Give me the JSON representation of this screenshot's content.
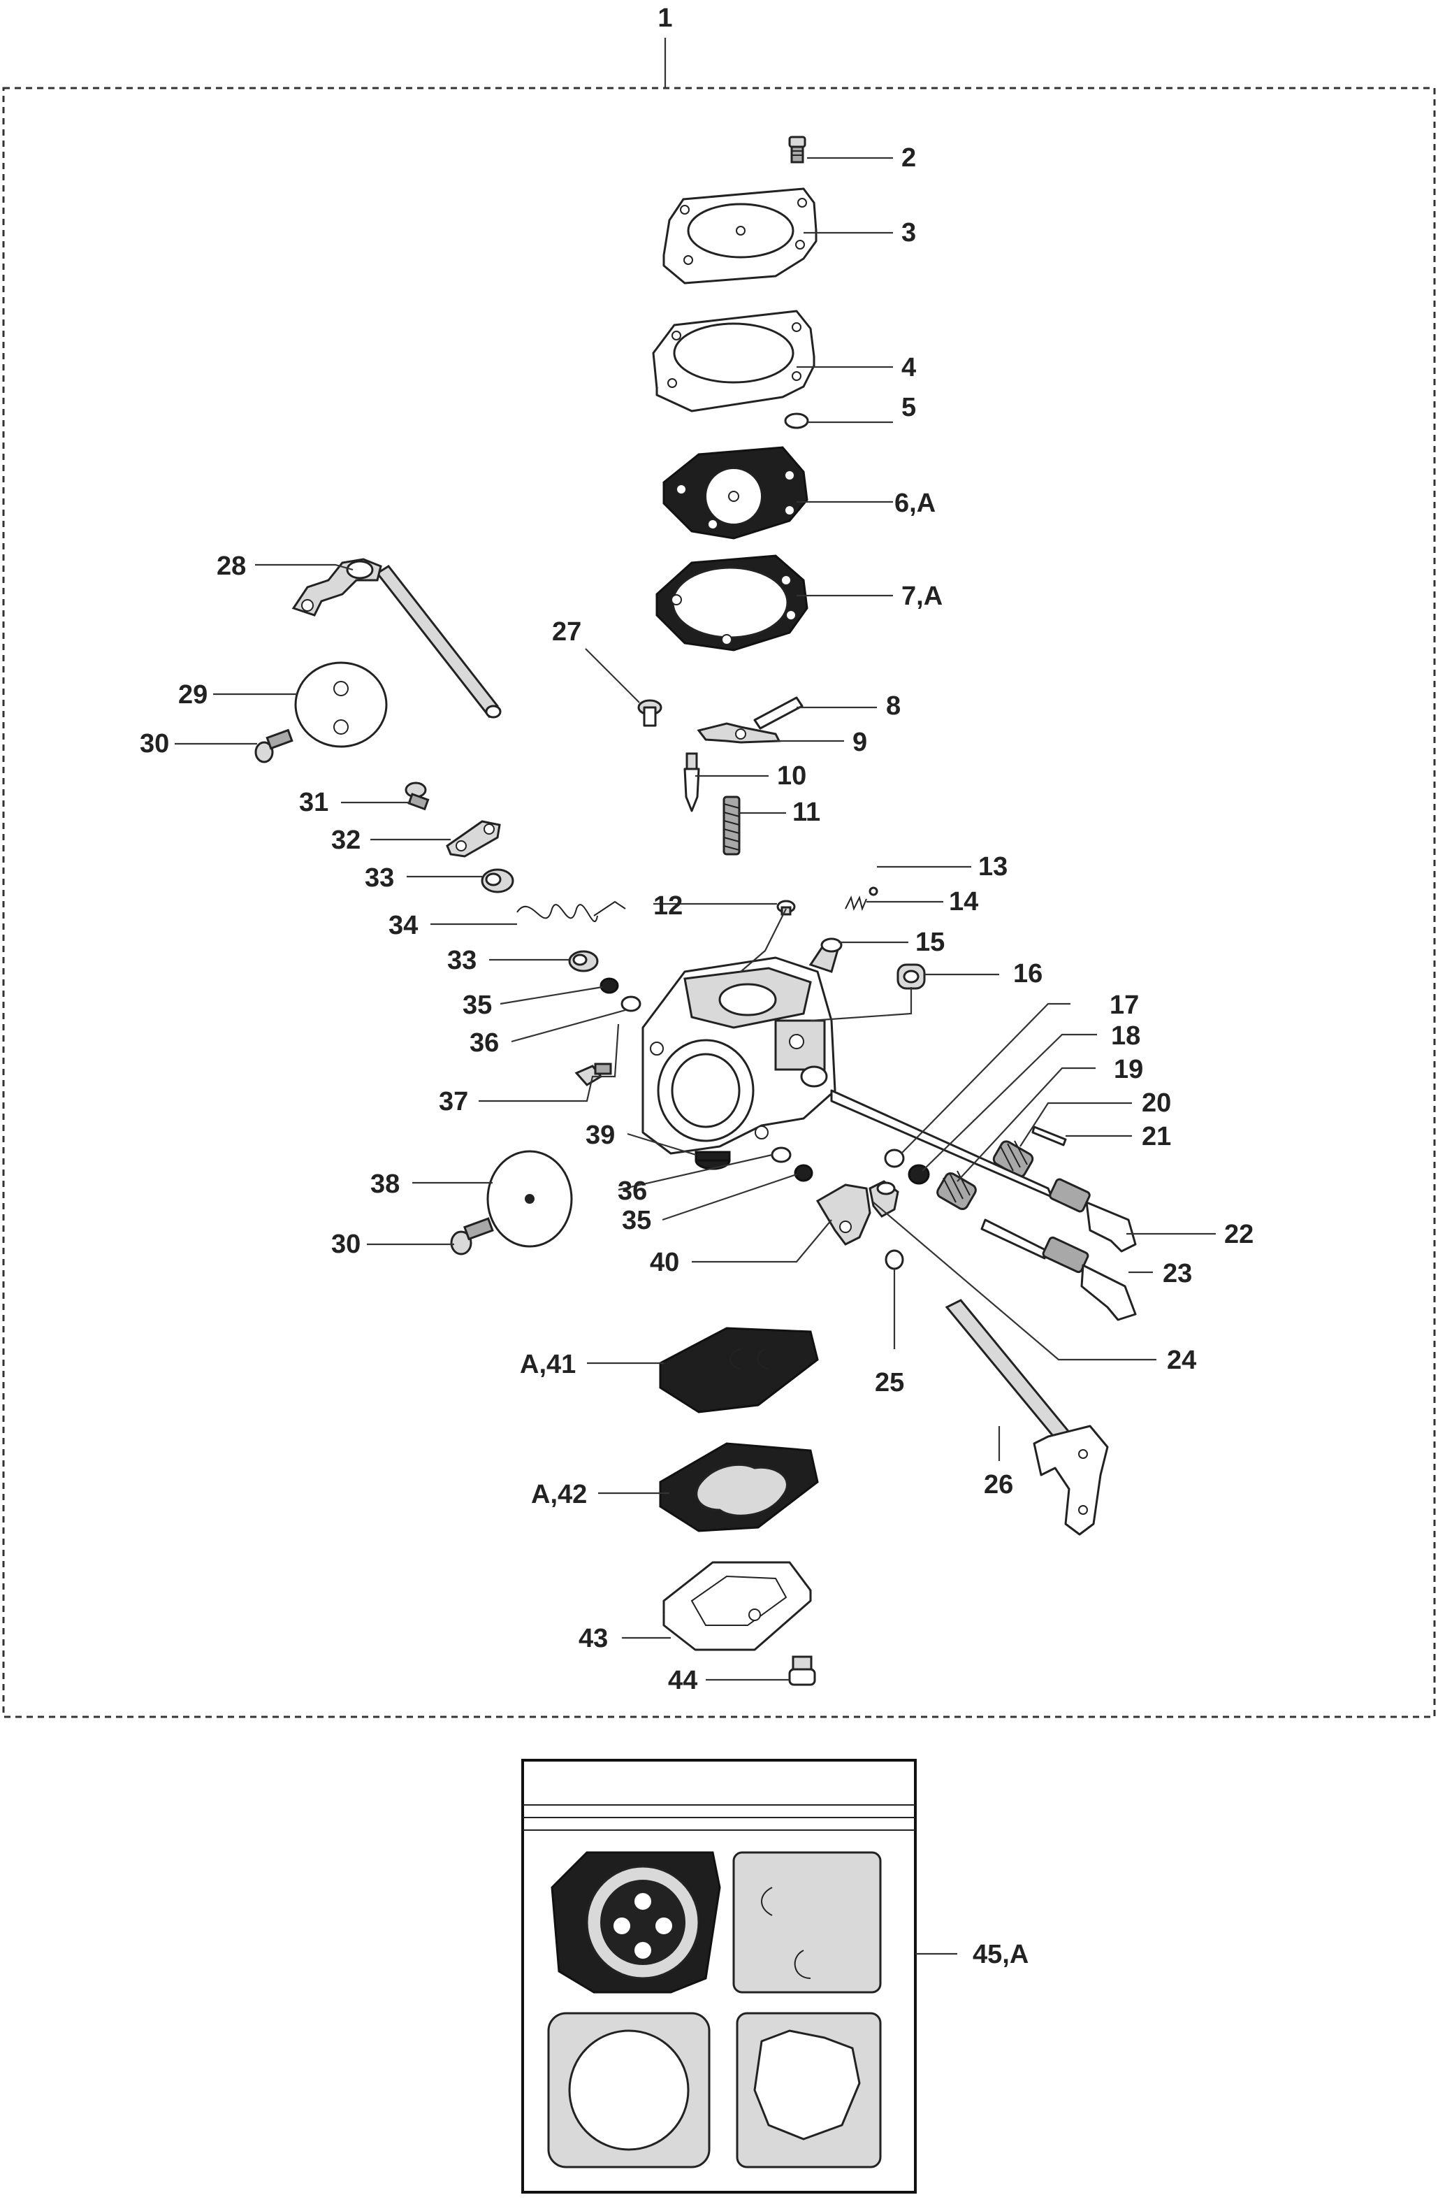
{
  "callouts": [
    {
      "id": "1",
      "label": "1"
    },
    {
      "id": "2",
      "label": "2"
    },
    {
      "id": "3",
      "label": "3"
    },
    {
      "id": "4",
      "label": "4"
    },
    {
      "id": "5",
      "label": "5"
    },
    {
      "id": "6",
      "label": "6,A"
    },
    {
      "id": "7",
      "label": "7,A"
    },
    {
      "id": "8",
      "label": "8"
    },
    {
      "id": "9",
      "label": "9"
    },
    {
      "id": "10",
      "label": "10"
    },
    {
      "id": "11",
      "label": "11"
    },
    {
      "id": "12",
      "label": "12"
    },
    {
      "id": "13",
      "label": "13"
    },
    {
      "id": "14",
      "label": "14"
    },
    {
      "id": "15",
      "label": "15"
    },
    {
      "id": "16",
      "label": "16"
    },
    {
      "id": "17",
      "label": "17"
    },
    {
      "id": "18",
      "label": "18"
    },
    {
      "id": "19",
      "label": "19"
    },
    {
      "id": "20",
      "label": "20"
    },
    {
      "id": "21",
      "label": "21"
    },
    {
      "id": "22",
      "label": "22"
    },
    {
      "id": "23",
      "label": "23"
    },
    {
      "id": "24",
      "label": "24"
    },
    {
      "id": "25",
      "label": "25"
    },
    {
      "id": "26",
      "label": "26"
    },
    {
      "id": "27",
      "label": "27"
    },
    {
      "id": "28",
      "label": "28"
    },
    {
      "id": "29",
      "label": "29"
    },
    {
      "id": "30a",
      "label": "30"
    },
    {
      "id": "30b",
      "label": "30"
    },
    {
      "id": "31",
      "label": "31"
    },
    {
      "id": "32",
      "label": "32"
    },
    {
      "id": "33a",
      "label": "33"
    },
    {
      "id": "33b",
      "label": "33"
    },
    {
      "id": "34",
      "label": "34"
    },
    {
      "id": "35a",
      "label": "35"
    },
    {
      "id": "35b",
      "label": "35"
    },
    {
      "id": "36a",
      "label": "36"
    },
    {
      "id": "36b",
      "label": "36"
    },
    {
      "id": "37",
      "label": "37"
    },
    {
      "id": "38",
      "label": "38"
    },
    {
      "id": "39",
      "label": "39"
    },
    {
      "id": "40",
      "label": "40"
    },
    {
      "id": "41",
      "label": "A,41"
    },
    {
      "id": "42",
      "label": "A,42"
    },
    {
      "id": "43",
      "label": "43"
    },
    {
      "id": "44",
      "label": "44"
    },
    {
      "id": "45",
      "label": "45,A"
    }
  ]
}
